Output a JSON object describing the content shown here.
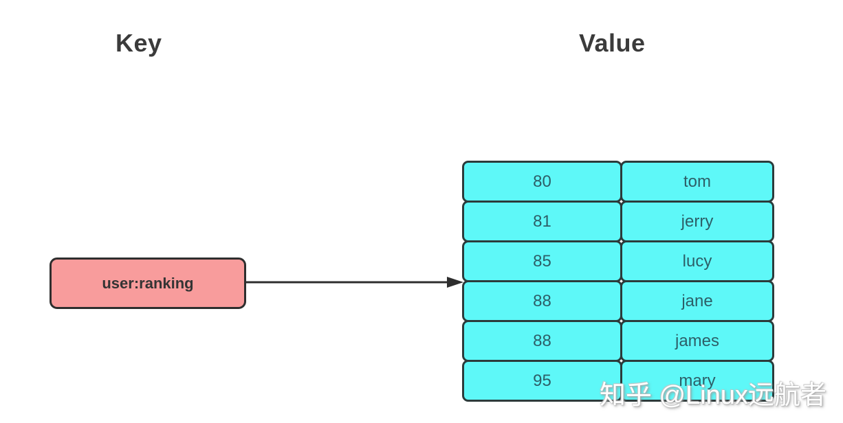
{
  "headers": {
    "key": "Key",
    "value": "Value"
  },
  "key_box": {
    "label": "user:ranking"
  },
  "value_table": {
    "rows": [
      {
        "score": "80",
        "member": "tom"
      },
      {
        "score": "81",
        "member": "jerry"
      },
      {
        "score": "85",
        "member": "lucy"
      },
      {
        "score": "88",
        "member": "jane"
      },
      {
        "score": "88",
        "member": "james"
      },
      {
        "score": "95",
        "member": "mary"
      }
    ]
  },
  "watermark": "知乎 @Linux远航者",
  "colors": {
    "key_fill": "#f89c9c",
    "value_fill": "#5ef8f8",
    "border": "#2e2e2e",
    "cell_text": "#2d5f68",
    "heading_text": "#3b3b3b"
  }
}
